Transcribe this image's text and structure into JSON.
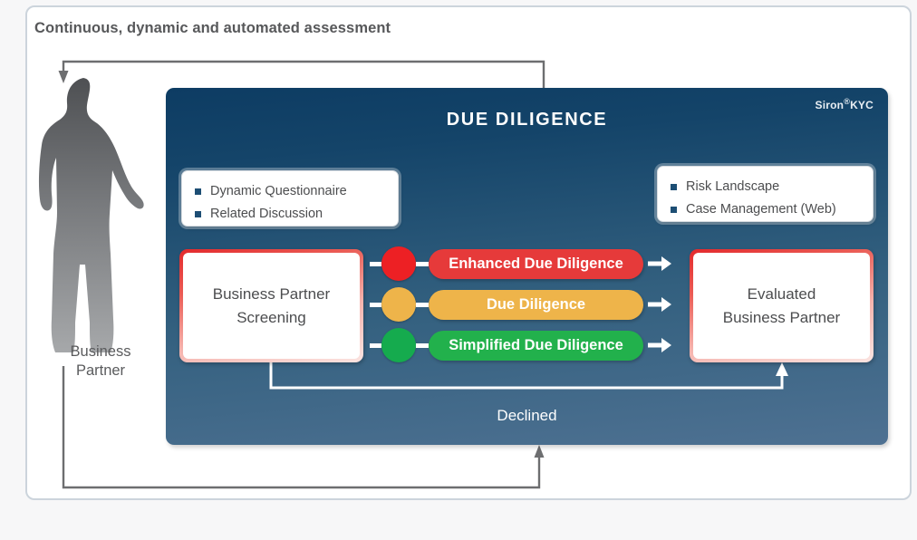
{
  "headline": "Continuous, dynamic and automated assessment",
  "actor": {
    "icon": "person-silhouette-icon",
    "label_line1": "Business",
    "label_line2": "Partner"
  },
  "panel": {
    "title": "DUE DILIGENCE",
    "brand_name": "Siron",
    "brand_mark": "®",
    "brand_product": "KYC",
    "declined_label": "Declined",
    "feature_cards": [
      {
        "name": "questionnaire-card",
        "items": [
          "Dynamic Questionnaire",
          "Related Discussion"
        ]
      },
      {
        "name": "risk-card",
        "items": [
          "Risk Landscape",
          "Case Management (Web)"
        ]
      }
    ],
    "screening_box": {
      "line1": "Business Partner",
      "line2": "Screening"
    },
    "evaluated_box": {
      "line1": "Evaluated",
      "line2": "Business Partner"
    },
    "lanes": [
      {
        "label": "Enhanced Due Diligence",
        "color": "#e63a3a",
        "dot_color": "#ed2024",
        "level": "high"
      },
      {
        "label": "Due Diligence",
        "color": "#eeb44a",
        "dot_color": "#eeb44a",
        "level": "medium"
      },
      {
        "label": "Simplified Due Diligence",
        "color": "#22b14c",
        "dot_color": "#15ab4e",
        "level": "low"
      }
    ]
  },
  "colors": {
    "panel_top": "#0d3c63",
    "panel_bottom": "#4e7192",
    "card_border": "#ccd4dc",
    "text_gray": "#57585a",
    "frame_red": "#e3292c",
    "page_background": "#f7f7f8"
  }
}
